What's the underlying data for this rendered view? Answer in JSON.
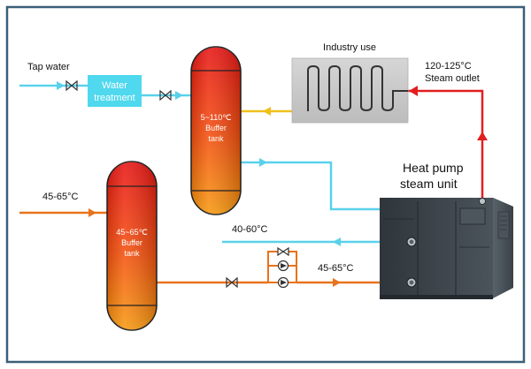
{
  "colors": {
    "frame": "#3a5f78",
    "water_line": "#5ad1ea",
    "warm_line": "#e8731c",
    "steam_line": "#e21f1f",
    "return_line": "#f1bf1a",
    "treatment_box": "#4fd8ee",
    "industry_box": "#c9c9c9",
    "unit_body": "#3d464c"
  },
  "labels": {
    "tap_water": "Tap water",
    "water_treatment_line1": "Water",
    "water_treatment_line2": "treatment",
    "industry_use": "Industry use",
    "steam_temp": "120-125°C",
    "steam_outlet": "Steam outlet",
    "buffer_top_temp": "5~110℃",
    "buffer_top_line2": "Buffer",
    "buffer_top_line3": "tank",
    "heat_pump_line1": "Heat pump",
    "heat_pump_line2": "steam unit",
    "inlet_temp": "45-65°C",
    "buffer_bottom_temp": "45~65℃",
    "buffer_bottom_line2": "Buffer",
    "buffer_bottom_line3": "tank",
    "return_temp": "40-60°C",
    "supply_temp": "45-65°C"
  },
  "icons": {
    "valve": "bowtie-valve-icon",
    "pump": "circulation-pump-icon",
    "arrow": "flow-arrow-icon"
  }
}
